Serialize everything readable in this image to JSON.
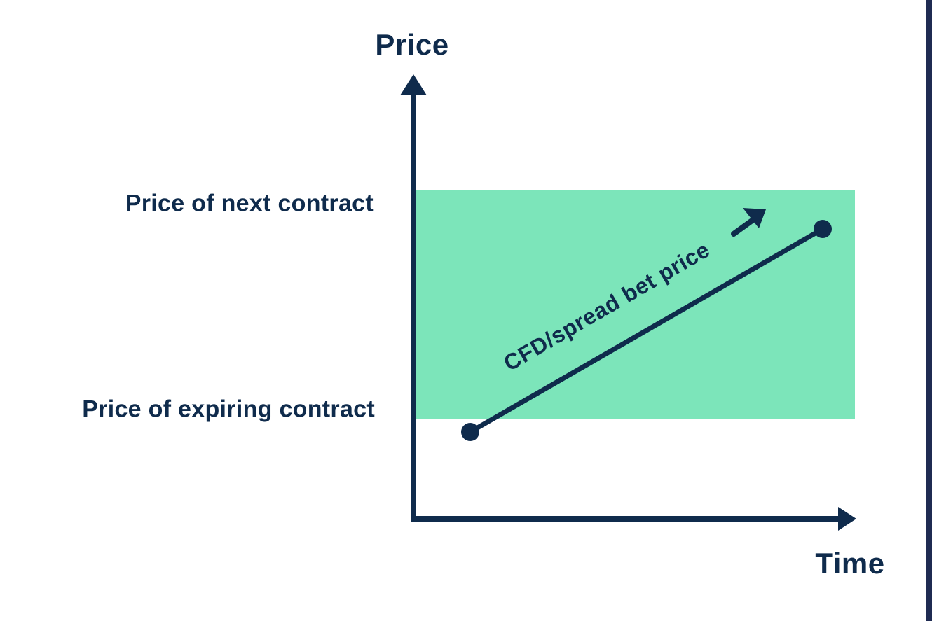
{
  "labels": {
    "y_axis_title": "Price",
    "x_axis_title": "Time",
    "next_contract": "Price of next contract",
    "expiring_contract": "Price of expiring contract",
    "line_label": "CFD/spread bet price"
  },
  "colors": {
    "navy": "#0f2b4c",
    "band_green": "#7ce5ba",
    "background": "#ffffff",
    "right_edge_strip": "#1f2b52"
  },
  "chart_data": {
    "type": "line",
    "title": "",
    "xlabel": "Time",
    "ylabel": "Price",
    "grid": false,
    "axis_arrows": true,
    "ticks": "none",
    "levels": [
      {
        "label": "Price of next contract",
        "y_frac": 0.744
      },
      {
        "label": "Price of expiring contract",
        "y_frac": 0.228
      }
    ],
    "band": {
      "description": "Shaded region between expiring contract price and next contract price",
      "from_level": "Price of expiring contract",
      "to_level": "Price of next contract",
      "color": "#7ce5ba",
      "x_frac_range": [
        0.006,
        1.0
      ]
    },
    "series": [
      {
        "name": "CFD/spread bet price",
        "marker": "filled-dot-both-ends",
        "points_frac": [
          {
            "x": 0.127,
            "y": 0.196
          },
          {
            "x": 0.929,
            "y": 0.658
          }
        ],
        "annotation": "CFD/spread bet price",
        "annotation_rotation_deg": -30,
        "annotation_arrow": "up-right"
      }
    ],
    "legend_position": "none"
  }
}
